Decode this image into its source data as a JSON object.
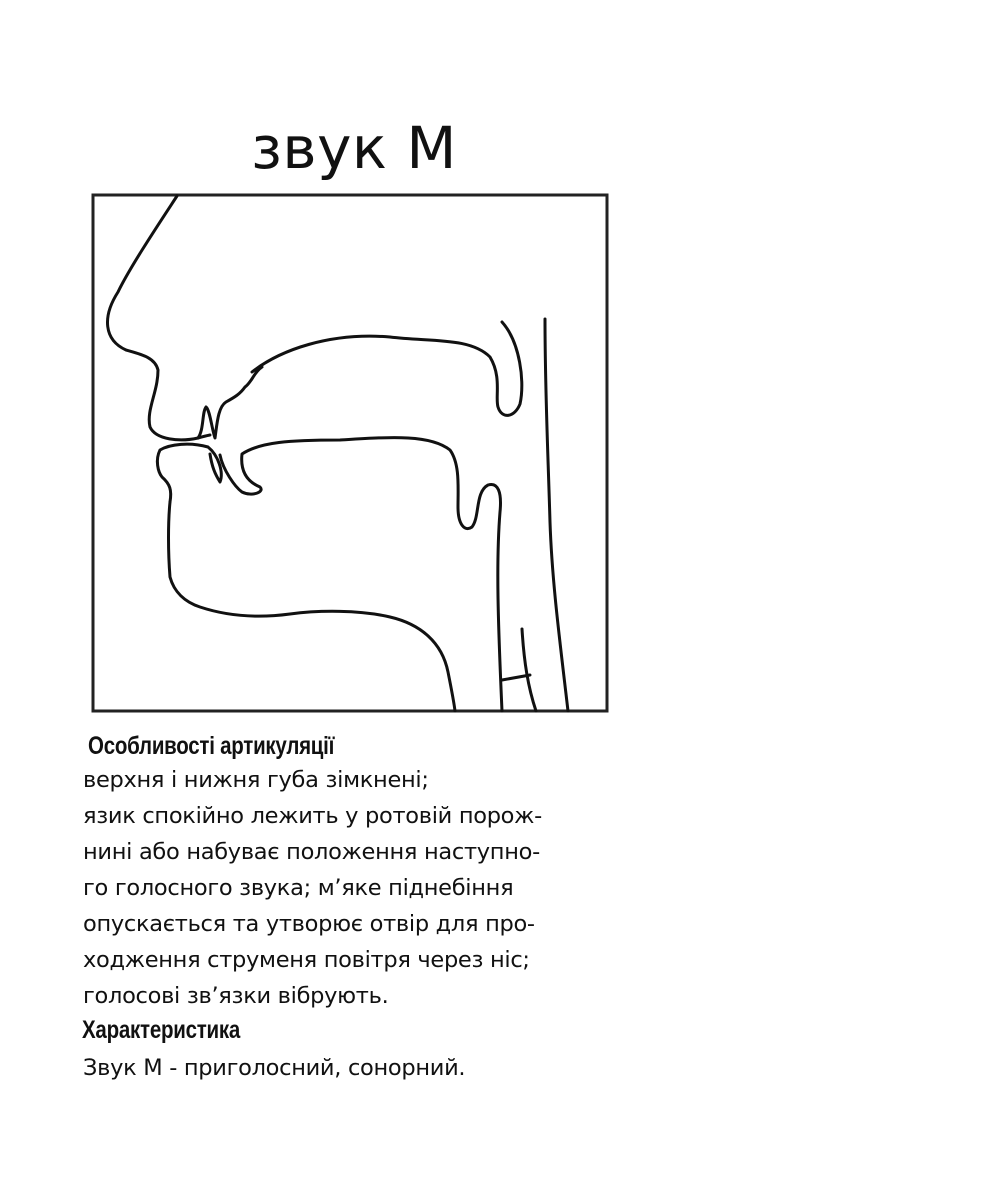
{
  "title": "звук М",
  "diagram": {
    "icon": "articulation-side-profile-diagram",
    "frame_color": "#222222",
    "line_color": "#111111"
  },
  "articulation": {
    "heading": "Особливості артикуляції",
    "lines": [
      "верхня і нижня губа зімкнені;",
      "язик спокійно лежить у ротовій порож-",
      "нині або набуває положення наступно-",
      "го голосного звука; м’яке піднебіння",
      "опускається та утворює отвір для про-",
      "ходження струменя повітря через ніс;",
      "голосові зв’язки вібрують."
    ]
  },
  "characteristic": {
    "heading": "Характеристика",
    "text": "Звук М - приголосний, сонорний."
  }
}
